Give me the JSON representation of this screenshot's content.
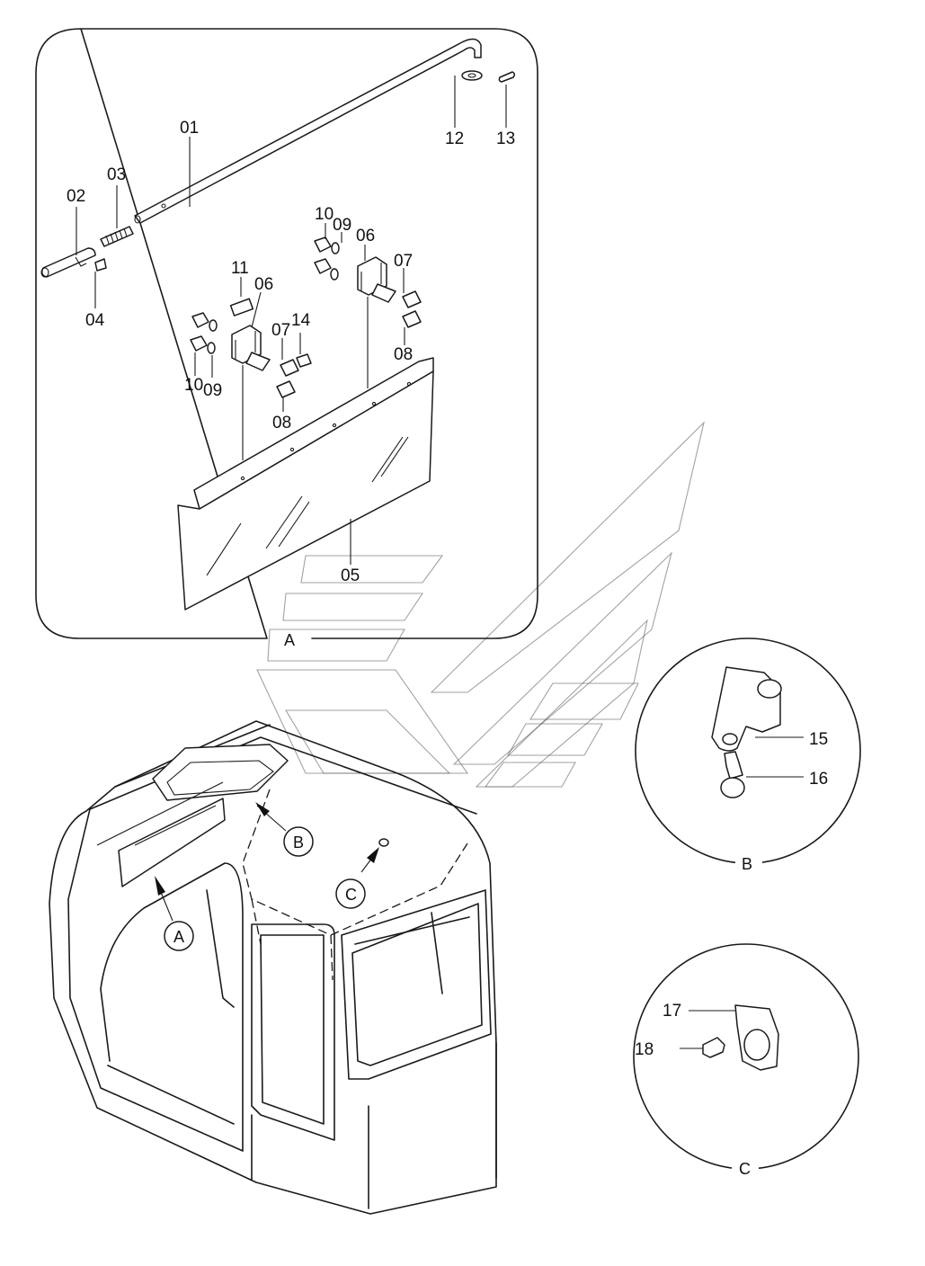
{
  "detail_views": {
    "A": {
      "label": "A",
      "callouts": [
        {
          "id": "c01",
          "text": "01"
        },
        {
          "id": "c02",
          "text": "02"
        },
        {
          "id": "c03",
          "text": "03"
        },
        {
          "id": "c04",
          "text": "04"
        },
        {
          "id": "c05",
          "text": "05"
        },
        {
          "id": "c06a",
          "text": "06"
        },
        {
          "id": "c06b",
          "text": "06"
        },
        {
          "id": "c07a",
          "text": "07"
        },
        {
          "id": "c07b",
          "text": "07"
        },
        {
          "id": "c08a",
          "text": "08"
        },
        {
          "id": "c08b",
          "text": "08"
        },
        {
          "id": "c09a",
          "text": "09"
        },
        {
          "id": "c09b",
          "text": "09"
        },
        {
          "id": "c10a",
          "text": "10"
        },
        {
          "id": "c10b",
          "text": "10"
        },
        {
          "id": "c11",
          "text": "11"
        },
        {
          "id": "c12",
          "text": "12"
        },
        {
          "id": "c13",
          "text": "13"
        },
        {
          "id": "c14",
          "text": "14"
        }
      ]
    },
    "B": {
      "label": "B",
      "callouts": [
        {
          "id": "c15",
          "text": "15"
        },
        {
          "id": "c16",
          "text": "16"
        }
      ]
    },
    "C": {
      "label": "C",
      "callouts": [
        {
          "id": "c17",
          "text": "17"
        },
        {
          "id": "c18",
          "text": "18"
        }
      ]
    }
  },
  "cab_markers": [
    {
      "id": "mA",
      "text": "A"
    },
    {
      "id": "mB",
      "text": "B"
    },
    {
      "id": "mC",
      "text": "C"
    }
  ]
}
